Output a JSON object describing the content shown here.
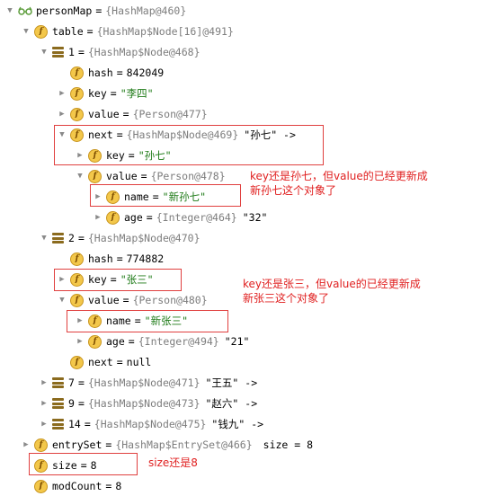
{
  "colors": {
    "annotation": "#e02020",
    "string": "#1d7a16",
    "object_ref": "#7d7d7d",
    "field_icon": "#f3c74a"
  },
  "rows": [
    {
      "name": "personMap",
      "eq": "=",
      "value": "{HashMap@460}"
    },
    {
      "name": "table",
      "eq": "=",
      "value": "{HashMap$Node[16]@491}"
    },
    {
      "name": "1",
      "eq": "=",
      "value": "{HashMap$Node@468}"
    },
    {
      "name": "hash",
      "eq": "=",
      "value": "842049"
    },
    {
      "name": "key",
      "eq": "=",
      "value": "\"李四\""
    },
    {
      "name": "value",
      "eq": "=",
      "value": "{Person@477}"
    },
    {
      "name": "next",
      "eq": "=",
      "value": "{HashMap$Node@469}",
      "extra": "\"孙七\" ->"
    },
    {
      "name": "key",
      "eq": "=",
      "value": "\"孙七\""
    },
    {
      "name": "value",
      "eq": "=",
      "value": "{Person@478}"
    },
    {
      "name": "name",
      "eq": "=",
      "value": "\"新孙七\""
    },
    {
      "name": "age",
      "eq": "=",
      "value": "{Integer@464}",
      "extra": "\"32\""
    },
    {
      "name": "2",
      "eq": "=",
      "value": "{HashMap$Node@470}"
    },
    {
      "name": "hash",
      "eq": "=",
      "value": "774882"
    },
    {
      "name": "key",
      "eq": "=",
      "value": "\"张三\""
    },
    {
      "name": "value",
      "eq": "=",
      "value": "{Person@480}"
    },
    {
      "name": "name",
      "eq": "=",
      "value": "\"新张三\""
    },
    {
      "name": "age",
      "eq": "=",
      "value": "{Integer@494}",
      "extra": "\"21\""
    },
    {
      "name": "next",
      "eq": "=",
      "value": "null"
    },
    {
      "name": "7",
      "eq": "=",
      "value": "{HashMap$Node@471}",
      "extra": "\"王五\" ->"
    },
    {
      "name": "9",
      "eq": "=",
      "value": "{HashMap$Node@473}",
      "extra": "\"赵六\" ->"
    },
    {
      "name": "14",
      "eq": "=",
      "value": "{HashMap$Node@475}",
      "extra": "\"钱九\" ->"
    },
    {
      "name": "entrySet",
      "eq": "=",
      "value": "{HashMap$EntrySet@466}",
      "extra": "size = 8"
    },
    {
      "name": "size",
      "eq": "=",
      "value": "8"
    },
    {
      "name": "modCount",
      "eq": "=",
      "value": "8"
    }
  ],
  "annotations": {
    "note1": {
      "line1": "key还是孙七，但value的已经更新成",
      "line2": "新孙七这个对象了"
    },
    "note2": {
      "line1": "key还是张三，但value的已经更新成",
      "line2": "新张三这个对象了"
    },
    "note3": {
      "line1": "size还是8"
    }
  }
}
